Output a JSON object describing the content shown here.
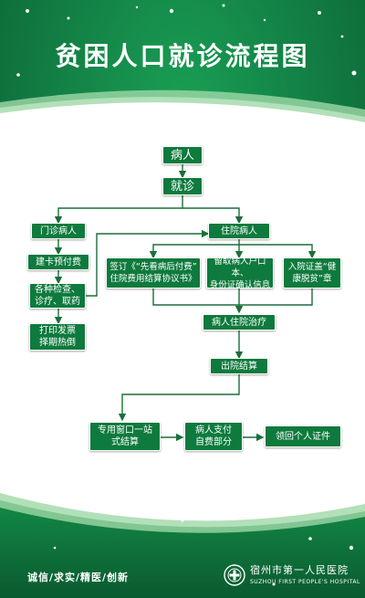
{
  "title": "贫困人口就诊流程图",
  "nodes": {
    "patient": "病人",
    "visit": "就诊",
    "outpatient": "门诊病人",
    "inpatient": "住院病人",
    "card": "建卡预付费",
    "exams": "各种检查、\n诊疗、取药",
    "print": "打印发票\n择期热倒",
    "sign": "签订《“先看病后付费”\n住院费用结算协议书》",
    "keep_docs": "留取病人户口本、\n身份证确认信息",
    "stamp": "入院证盖“健\n康脱贫”章",
    "treatment": "病人住院治疗",
    "discharge": "出院结算",
    "window": "专用窗口一站\n式结算",
    "self_pay": "病人支付\n自费部分",
    "return_id": "领回个人证件"
  },
  "footer": {
    "slogan": "诚信/求实/精医/创新",
    "hospital_name": "宿州市第一人民医院",
    "hospital_en": "SUZHOU FIRST PEOPLE'S HOSPITAL"
  },
  "colors": {
    "dark_green": "#0b6b3a",
    "node_green": "#0e7a3d",
    "line": "#1a6f3a",
    "panel": "#ffffff"
  }
}
